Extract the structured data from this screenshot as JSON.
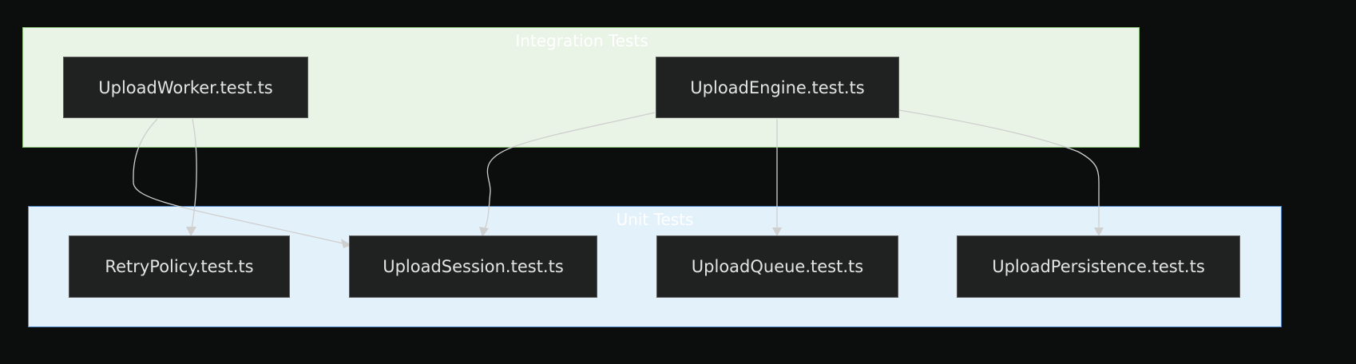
{
  "clusters": {
    "integration": {
      "title": "Integration Tests"
    },
    "unit": {
      "title": "Unit Tests"
    }
  },
  "nodes": {
    "upload_worker": "UploadWorker.test.ts",
    "upload_engine": "UploadEngine.test.ts",
    "retry_policy": "RetryPolicy.test.ts",
    "upload_session": "UploadSession.test.ts",
    "upload_queue": "UploadQueue.test.ts",
    "upload_persistence": "UploadPersistence.test.ts"
  },
  "edges": [
    {
      "from": "UploadWorker.test.ts",
      "to": "RetryPolicy.test.ts"
    },
    {
      "from": "UploadWorker.test.ts",
      "to": "UploadSession.test.ts"
    },
    {
      "from": "UploadEngine.test.ts",
      "to": "UploadSession.test.ts"
    },
    {
      "from": "UploadEngine.test.ts",
      "to": "UploadQueue.test.ts"
    },
    {
      "from": "UploadEngine.test.ts",
      "to": "UploadPersistence.test.ts"
    }
  ],
  "colors": {
    "background": "#0c0e0e",
    "integration_fill": "#e9f3e6",
    "integration_border": "#8fc67c",
    "unit_fill": "#e3f1fb",
    "unit_border": "#4f86c8",
    "node_fill": "#202121",
    "node_text": "#e4e4e4",
    "edge": "#cfcfcf"
  }
}
